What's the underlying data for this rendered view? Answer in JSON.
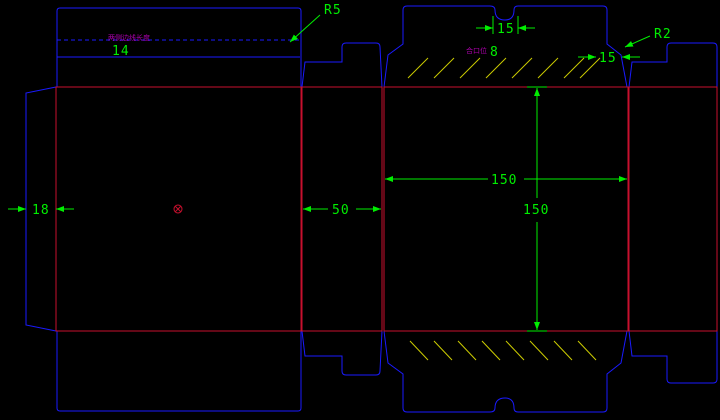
{
  "colors": {
    "background": "#000000",
    "cut_line": "#1a1aff",
    "fold_line": "#c8102e",
    "dimension": "#00ee00",
    "glue_hatch": "#cccc00",
    "note": "#b000b0"
  },
  "dimensions": {
    "radius_large": "R5",
    "radius_small": "R2",
    "top_dust_flap": "14",
    "tab_width": "15",
    "tuck_depth": "8",
    "side_tab": "15",
    "glue_flap": "18",
    "side_panel": "50",
    "panel_width": "150",
    "panel_height": "150"
  },
  "notes": {
    "left_top_note": "两侧边线长度",
    "right_top_note": "合口位"
  },
  "icons": {
    "center_mark": "center-target-icon"
  }
}
